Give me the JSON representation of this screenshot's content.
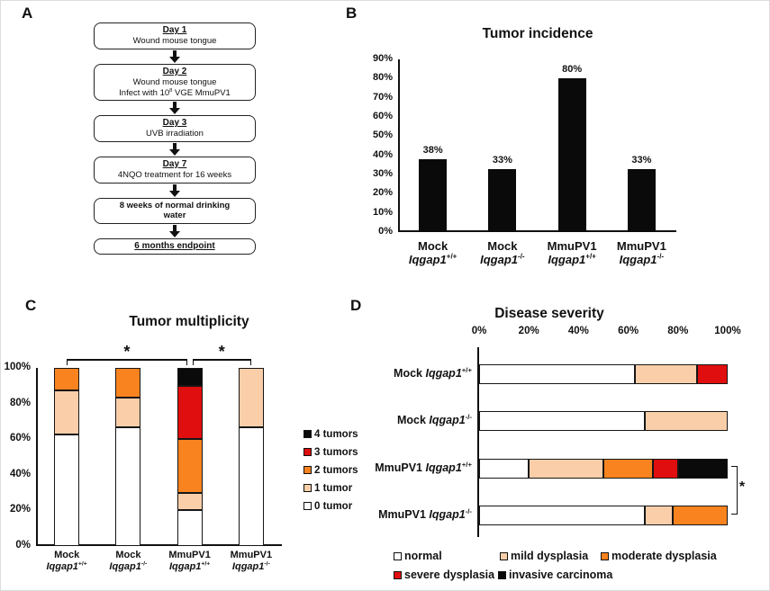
{
  "figure": {
    "panel_labels": {
      "a": "A",
      "b": "B",
      "c": "C",
      "d": "D"
    }
  },
  "flowchart": {
    "steps": [
      {
        "heading": "Day 1",
        "underline_heading": true,
        "lines": [
          [
            {
              "t": "Wound mouse tongue"
            }
          ]
        ]
      },
      {
        "heading": "Day 2",
        "underline_heading": true,
        "lines": [
          [
            {
              "t": "Wound mouse tongue"
            }
          ],
          [
            {
              "t": "Infect with 10"
            },
            {
              "t": "8",
              "sup": true
            },
            {
              "t": " VGE MmuPV1"
            }
          ]
        ]
      },
      {
        "heading": "Day 3",
        "underline_heading": true,
        "lines": [
          [
            {
              "t": "UVB irradiation"
            }
          ]
        ]
      },
      {
        "heading": "Day 7",
        "underline_heading": true,
        "lines": [
          [
            {
              "t": "4NQO treatment for 16 weeks"
            }
          ]
        ]
      },
      {
        "heading": null,
        "lines": [
          [
            {
              "t": "8 weeks of normal drinking",
              "b": true
            }
          ],
          [
            {
              "t": "water",
              "b": true
            }
          ]
        ]
      },
      {
        "heading": "6 months endpoint",
        "underline_heading": true,
        "lines": []
      }
    ]
  },
  "chart_data": [
    {
      "id": "tumor-incidence",
      "type": "bar",
      "title": "Tumor incidence",
      "categories": [
        {
          "treatment": "Mock",
          "gene": "Iqgap1",
          "genotype": "+/+"
        },
        {
          "treatment": "Mock",
          "gene": "Iqgap1",
          "genotype": "-/-"
        },
        {
          "treatment": "MmuPV1",
          "gene": "Iqgap1",
          "genotype": "+/+"
        },
        {
          "treatment": "MmuPV1",
          "gene": "Iqgap1",
          "genotype": "-/-"
        }
      ],
      "values": [
        38,
        33,
        80,
        33
      ],
      "bar_labels": [
        "38%",
        "33%",
        "80%",
        "33%"
      ],
      "bar_color": "#0a0a0a",
      "ylim": [
        0,
        90
      ],
      "ytick_labels": [
        "0%",
        "10%",
        "20%",
        "30%",
        "40%",
        "50%",
        "60%",
        "70%",
        "80%",
        "90%"
      ],
      "grid": false
    },
    {
      "id": "tumor-multiplicity",
      "type": "stacked-bar",
      "title": "Tumor multiplicity",
      "categories": [
        {
          "treatment": "Mock",
          "gene": "Iqgap1",
          "genotype": "+/+"
        },
        {
          "treatment": "Mock",
          "gene": "Iqgap1",
          "genotype": "-/-"
        },
        {
          "treatment": "MmuPV1",
          "gene": "Iqgap1",
          "genotype": "+/+"
        },
        {
          "treatment": "MmuPV1",
          "gene": "Iqgap1",
          "genotype": "-/-"
        }
      ],
      "series": [
        {
          "name": "0 tumor",
          "color": "#FFFFFF",
          "values": [
            62.5,
            66.7,
            20,
            66.7
          ]
        },
        {
          "name": "1 tumor",
          "color": "#FACEA9",
          "values": [
            25,
            16.7,
            10,
            33.3
          ]
        },
        {
          "name": "2 tumors",
          "color": "#F8831F",
          "values": [
            12.5,
            16.6,
            30,
            0
          ]
        },
        {
          "name": "3 tumors",
          "color": "#E00E0E",
          "values": [
            0,
            0,
            30,
            0
          ]
        },
        {
          "name": "4 tumors",
          "color": "#0a0a0a",
          "values": [
            0,
            0,
            10,
            0
          ]
        }
      ],
      "ylim": [
        0,
        100
      ],
      "ytick_labels": [
        "0%",
        "20%",
        "40%",
        "60%",
        "80%",
        "100%"
      ],
      "legend": [
        "4 tumors",
        "3 tumors",
        "2 tumors",
        "1 tumor",
        "0 tumor"
      ],
      "legend_position": "right",
      "significance": [
        {
          "from": 0,
          "to": 2,
          "label": "*"
        },
        {
          "from": 2,
          "to": 3,
          "label": "*"
        }
      ],
      "grid": false
    },
    {
      "id": "disease-severity",
      "type": "horizontal-stacked-bar",
      "title": "Disease severity",
      "categories": [
        {
          "treatment": "Mock",
          "gene": "Iqgap1",
          "genotype": "+/+"
        },
        {
          "treatment": "Mock",
          "gene": "Iqgap1",
          "genotype": "-/-"
        },
        {
          "treatment": "MmuPV1",
          "gene": "Iqgap1",
          "genotype": "+/+"
        },
        {
          "treatment": "MmuPV1",
          "gene": "Iqgap1",
          "genotype": "-/-"
        }
      ],
      "series": [
        {
          "name": "normal",
          "color": "#FFFFFF",
          "values": [
            62.5,
            66.7,
            20,
            66.7
          ]
        },
        {
          "name": "mild dysplasia",
          "color": "#FACEA9",
          "values": [
            25,
            33.3,
            30,
            11.1
          ]
        },
        {
          "name": "moderate dysplasia",
          "color": "#F8831F",
          "values": [
            0,
            0,
            20,
            22.2
          ]
        },
        {
          "name": "severe dysplasia",
          "color": "#E00E0E",
          "values": [
            12.5,
            0,
            10,
            0
          ]
        },
        {
          "name": "invasive carcinoma",
          "color": "#0a0a0a",
          "values": [
            0,
            0,
            20,
            0
          ]
        }
      ],
      "xlim": [
        0,
        100
      ],
      "xtick_labels": [
        "0%",
        "20%",
        "40%",
        "60%",
        "80%",
        "100%"
      ],
      "legend_rows": [
        [
          "normal",
          "mild dysplasia",
          "moderate dysplasia"
        ],
        [
          "severe dysplasia",
          "invasive carcinoma"
        ]
      ],
      "significance": [
        {
          "from": 2,
          "to": 3,
          "label": "*"
        }
      ],
      "grid": false
    }
  ]
}
